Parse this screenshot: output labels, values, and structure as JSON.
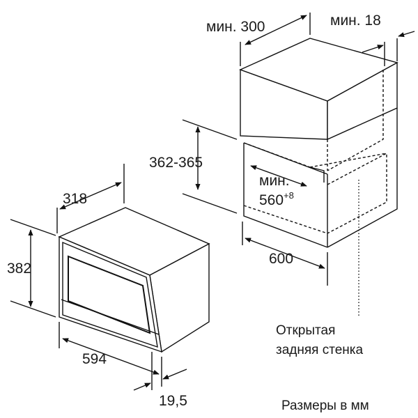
{
  "labels": {
    "min_depth": "мин. 300",
    "min_gap": "мин. 18",
    "niche_height": "362-365",
    "niche_width_min": "мин.",
    "niche_width_value": "560",
    "niche_width_tolerance": "+8",
    "niche_depth": "600",
    "oven_depth": "318",
    "oven_height": "382",
    "oven_width": "594",
    "door_thickness": "19,5",
    "open_back_line1": "Открытая",
    "open_back_line2": "задняя стенка",
    "units_note": "Размеры в мм"
  }
}
